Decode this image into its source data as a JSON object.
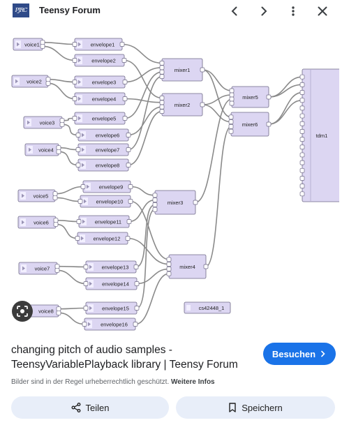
{
  "header": {
    "logo_text": "PJRC",
    "site_title": "Teensy Forum"
  },
  "diagram": {
    "nodes": [
      {
        "id": "voice1",
        "label": "voice1"
      },
      {
        "id": "voice2",
        "label": "voice2"
      },
      {
        "id": "voice3",
        "label": "voice3"
      },
      {
        "id": "voice4",
        "label": "voice4"
      },
      {
        "id": "voice5",
        "label": "voice5"
      },
      {
        "id": "voice6",
        "label": "voice6"
      },
      {
        "id": "voice7",
        "label": "voice7"
      },
      {
        "id": "voice8",
        "label": "voice8"
      },
      {
        "id": "envelope1",
        "label": "envelope1"
      },
      {
        "id": "envelope2",
        "label": "envelope2"
      },
      {
        "id": "envelope3",
        "label": "envelope3"
      },
      {
        "id": "envelope4",
        "label": "envelope4"
      },
      {
        "id": "envelope5",
        "label": "envelope5"
      },
      {
        "id": "envelope6",
        "label": "envelope6"
      },
      {
        "id": "envelope7",
        "label": "envelope7"
      },
      {
        "id": "envelope8",
        "label": "envelope8"
      },
      {
        "id": "envelope9",
        "label": "envelope9"
      },
      {
        "id": "envelope10",
        "label": "envelope10"
      },
      {
        "id": "envelope11",
        "label": "envelope11"
      },
      {
        "id": "envelope12",
        "label": "envelope12"
      },
      {
        "id": "envelope13",
        "label": "envelope13"
      },
      {
        "id": "envelope14",
        "label": "envelope14"
      },
      {
        "id": "envelope15",
        "label": "envelope15"
      },
      {
        "id": "envelope16",
        "label": "envelope16"
      },
      {
        "id": "mixer1",
        "label": "mixer1"
      },
      {
        "id": "mixer2",
        "label": "mixer2"
      },
      {
        "id": "mixer3",
        "label": "mixer3"
      },
      {
        "id": "mixer4",
        "label": "mixer4"
      },
      {
        "id": "mixer5",
        "label": "mixer5"
      },
      {
        "id": "mixer6",
        "label": "mixer6"
      },
      {
        "id": "tdm1",
        "label": "tdm1"
      },
      {
        "id": "cs42448_1",
        "label": "cs42448_1"
      }
    ],
    "edges": [
      [
        "voice1",
        "envelope1"
      ],
      [
        "voice1",
        "envelope2"
      ],
      [
        "voice2",
        "envelope3"
      ],
      [
        "voice2",
        "envelope4"
      ],
      [
        "voice3",
        "envelope5"
      ],
      [
        "voice3",
        "envelope6"
      ],
      [
        "voice4",
        "envelope7"
      ],
      [
        "voice4",
        "envelope8"
      ],
      [
        "voice5",
        "envelope9"
      ],
      [
        "voice5",
        "envelope10"
      ],
      [
        "voice6",
        "envelope11"
      ],
      [
        "voice6",
        "envelope12"
      ],
      [
        "voice7",
        "envelope13"
      ],
      [
        "voice7",
        "envelope14"
      ],
      [
        "voice8",
        "envelope15"
      ],
      [
        "voice8",
        "envelope16"
      ],
      [
        "envelope1",
        "mixer1"
      ],
      [
        "envelope2",
        "mixer2"
      ],
      [
        "envelope3",
        "mixer1"
      ],
      [
        "envelope4",
        "mixer2"
      ],
      [
        "envelope5",
        "mixer1"
      ],
      [
        "envelope6",
        "mixer2"
      ],
      [
        "envelope7",
        "mixer1"
      ],
      [
        "envelope8",
        "mixer2"
      ],
      [
        "envelope9",
        "mixer3"
      ],
      [
        "envelope10",
        "mixer4"
      ],
      [
        "envelope11",
        "mixer3"
      ],
      [
        "envelope12",
        "mixer4"
      ],
      [
        "envelope13",
        "mixer3"
      ],
      [
        "envelope14",
        "mixer4"
      ],
      [
        "envelope15",
        "mixer3"
      ],
      [
        "envelope16",
        "mixer4"
      ],
      [
        "mixer1",
        "mixer5"
      ],
      [
        "mixer1",
        "mixer6"
      ],
      [
        "mixer2",
        "mixer5"
      ],
      [
        "mixer2",
        "mixer6"
      ],
      [
        "mixer3",
        "mixer5"
      ],
      [
        "mixer4",
        "mixer6"
      ],
      [
        "mixer5",
        "tdm1"
      ],
      [
        "mixer5",
        "tdm1"
      ],
      [
        "mixer6",
        "tdm1"
      ],
      [
        "mixer6",
        "tdm1"
      ]
    ]
  },
  "result": {
    "title": "changing pitch of audio samples - TeensyVariablePlayback library | Teensy Forum",
    "visit_label": "Besuchen",
    "copyright_text": "Bilder sind in der Regel urheberrechtlich geschützt.",
    "more_info_label": "Weitere Infos"
  },
  "actions": {
    "share_label": "Teilen",
    "save_label": "Speichern"
  },
  "icons": {
    "back": "chevron-left-icon",
    "forward": "chevron-right-icon",
    "menu": "more-vert-icon",
    "close": "close-icon",
    "lens": "lens-search-icon",
    "share": "share-icon",
    "save": "bookmark-icon"
  },
  "colors": {
    "node_fill": "#dcd6f2",
    "node_stroke": "#6f6a86",
    "wire": "#8a8a8a",
    "accent": "#1a73e8",
    "action_bg": "#e8eef9"
  }
}
